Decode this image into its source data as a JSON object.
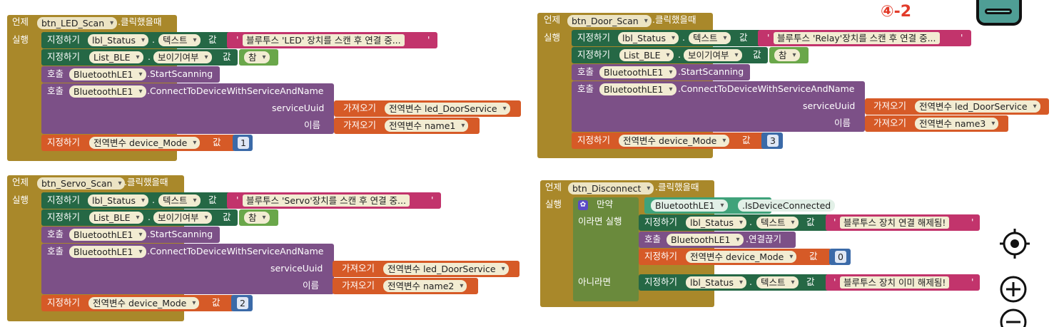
{
  "common": {
    "when": "언제",
    "do": "실행",
    "clicked": ".클릭했을때",
    "set": "지정하기",
    "call": "호출",
    "get": "가져오기",
    "dot": ".",
    "value": "값",
    "lbl_status": "lbl_Status",
    "text": "텍스트",
    "list_ble": "List_BLE",
    "visible": "보이기여부",
    "true": "참",
    "ble": "BluetoothLE1",
    "start_scanning": ".StartScanning",
    "connect": ".ConnectToDeviceWithServiceAndName",
    "service_uuid": "serviceUuid",
    "name": "이름",
    "global_led_door": "전역변수 led_DoorService",
    "global_mode": "전역변수 device_Mode",
    "quote": "'"
  },
  "step_label": "④-2",
  "blocks": {
    "led": {
      "button": "btn_LED_Scan",
      "status_text": "블루투스 'LED' 장치를 스캔 후 연결 중...",
      "name_var": "전역변수 name1",
      "mode_value": "1"
    },
    "door": {
      "button": "btn_Door_Scan",
      "status_text": "블루투스 'Relay'장치를 스캔 후 연결 중...",
      "name_var": "전역변수 name3",
      "mode_value": "3"
    },
    "servo": {
      "button": "btn_Servo_Scan",
      "status_text": "블루투스 'Servo'장치를 스캔 후 연결 중...",
      "name_var": "전역변수 name2",
      "mode_value": "2"
    },
    "disconnect": {
      "button": "btn_Disconnect",
      "if": "만약",
      "then": "이라면 실행",
      "else": "아니라면",
      "is_connected": ".IsDeviceConnected",
      "disconnect_call": ".연결끊기",
      "connected_text": "블루투스 장치 연결 해제됨!",
      "already_text": "블루투스 장치 이미 해제됨!",
      "mode_value": "0"
    }
  },
  "colors": {
    "event": "#A9882A",
    "set": "#256845",
    "call": "#7c5087",
    "get": "#d65a27",
    "text": "#c2346c",
    "number": "#3b6aa8",
    "logic": "#6aa74a",
    "step_label": "#e23b2a"
  }
}
